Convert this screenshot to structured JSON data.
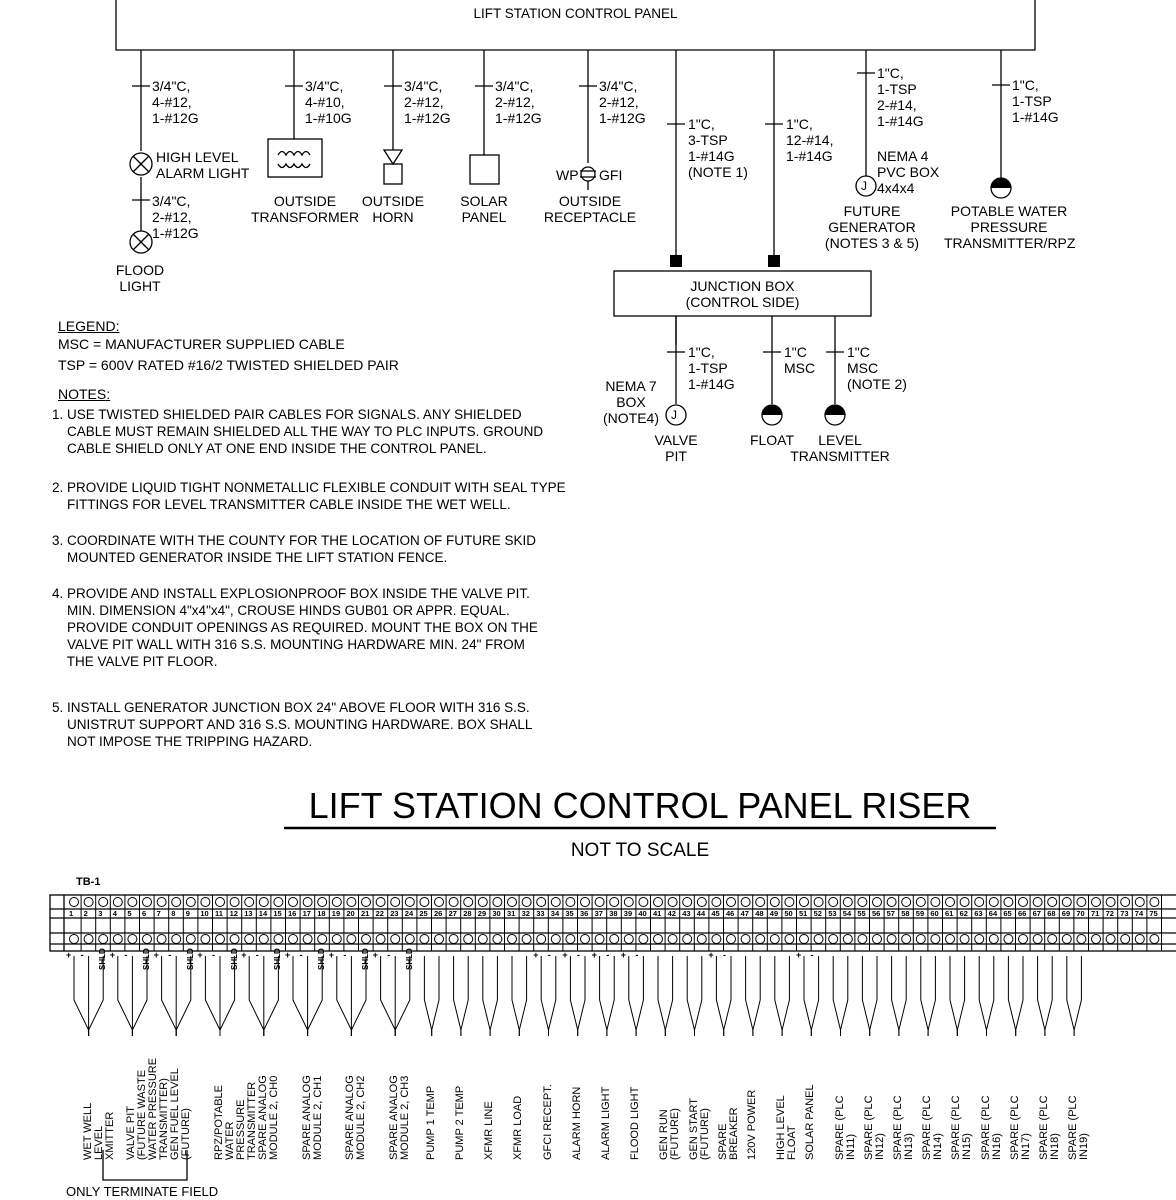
{
  "panel_title": "LIFT STATION CONTROL PANEL",
  "drops": {
    "alarm_light_cable": "3/4\"C,\n4-#12,\n1-#12G",
    "flood_light_cable": "3/4\"C,\n2-#12,\n1-#12G",
    "transformer_cable": "3/4\"C,\n4-#10,\n1-#10G",
    "horn_cable": "3/4\"C,\n2-#12,\n1-#12G",
    "solar_cable": "3/4\"C,\n2-#12,\n1-#12G",
    "receptacle_cable": "3/4\"C,\n2-#12,\n1-#12G",
    "jb_cable_1": "1\"C,\n3-TSP\n1-#14G\n(NOTE 1)",
    "jb_cable_2": "1\"C,\n12-#14,\n1-#14G",
    "generator_cable": "1\"C,\n1-TSP\n2-#14,\n1-#14G",
    "pressure_cable": "1\"C,\n1-TSP\n1-#14G"
  },
  "devices": {
    "high_level_alarm_light": "HIGH LEVEL\nALARM LIGHT",
    "flood_light": "FLOOD\nLIGHT",
    "outside_transformer": "OUTSIDE\nTRANSFORMER",
    "outside_horn": "OUTSIDE\nHORN",
    "solar_panel": "SOLAR\nPANEL",
    "receptacle_wp": "WP",
    "receptacle_gfi": "GFI",
    "outside_receptacle": "OUTSIDE\nRECEPTACLE",
    "nema4_box": "NEMA 4\nPVC BOX\n4x4x4",
    "future_generator": "FUTURE\nGENERATOR\n(NOTES 3 & 5)",
    "potable_water": "POTABLE WATER\nPRESSURE\nTRANSMITTER/RPZ",
    "junction_box": "JUNCTION BOX\n(CONTROL SIDE)",
    "vp_cable": "1\"C,\n1-TSP\n1-#14G",
    "float_cable": "1\"C\nMSC",
    "lt_cable": "1\"C\nMSC\n(NOTE 2)",
    "nema7_box": "NEMA 7\nBOX\n(NOTE4)",
    "valve_pit": "VALVE\nPIT",
    "float": "FLOAT",
    "level_transmitter": "LEVEL\nTRANSMITTER",
    "j_letter": "J"
  },
  "legend": {
    "heading": "LEGEND:",
    "msc": "MSC = MANUFACTURER SUPPLIED CABLE",
    "tsp": "TSP = 600V RATED #16/2 TWISTED SHIELDED PAIR"
  },
  "notes": {
    "heading": "NOTES:",
    "n1": "1. USE TWISTED SHIELDED PAIR CABLES FOR SIGNALS. ANY SHIELDED\n    CABLE MUST REMAIN SHIELDED ALL THE WAY TO PLC INPUTS. GROUND\n    CABLE SHIELD ONLY AT ONE END INSIDE THE CONTROL PANEL.",
    "n2": "2. PROVIDE LIQUID TIGHT NONMETALLIC FLEXIBLE CONDUIT WITH SEAL TYPE\n    FITTINGS FOR LEVEL TRANSMITTER CABLE INSIDE THE WET WELL.",
    "n3": "3. COORDINATE WITH THE COUNTY FOR THE LOCATION OF FUTURE SKID\n    MOUNTED GENERATOR INSIDE THE LIFT STATION FENCE.",
    "n4": "4. PROVIDE AND INSTALL EXPLOSIONPROOF BOX INSIDE THE VALVE PIT.\n    MIN. DIMENSION 4\"x4\"x4\", CROUSE HINDS GUB01 OR APPR. EQUAL.\n    PROVIDE CONDUIT OPENINGS AS REQUIRED. MOUNT THE BOX ON THE\n    VALVE PIT WALL WITH 316 S.S. MOUNTING HARDWARE MIN. 24\" FROM\n    THE VALVE PIT FLOOR.",
    "n5": "5. INSTALL GENERATOR JUNCTION BOX 24\" ABOVE FLOOR WITH 316 S.S.\n    UNISTRUT SUPPORT AND 316 S.S. MOUNTING HARDWARE. BOX SHALL\n    NOT IMPOSE THE TRIPPING HAZARD."
  },
  "riser_title": "LIFT STATION CONTROL PANEL RISER",
  "riser_subtitle": "NOT TO SCALE",
  "terminal_block": {
    "name": "TB-1",
    "terminal_count": 75,
    "polarity_labels": [
      "+",
      "-",
      "SHLD"
    ],
    "signals": [
      {
        "label": "WET WELL\nLEVEL\nXMITTER",
        "kind": "shld"
      },
      {
        "label": "VALVE PIT\n(FUTURE WASTE\nWATER PRESSURE\nTRANSMITTER)",
        "kind": "shld"
      },
      {
        "label": "GEN FUEL LEVEL\n(FUTURE)",
        "kind": "shld"
      },
      {
        "label": "RPZ/POTABLE\nWATER\nPRESSURE\nTRANSMITTER",
        "kind": "shld"
      },
      {
        "label": "SPARE ANALOG\nMODULE 2, CH0",
        "kind": "shld"
      },
      {
        "label": "SPARE ANALOG\nMODULE 2, CH1",
        "kind": "shld"
      },
      {
        "label": "SPARE ANALOG\nMODULE 2, CH2",
        "kind": "shld"
      },
      {
        "label": "SPARE ANALOG\nMODULE 2, CH3",
        "kind": "shld"
      },
      {
        "label": "PUMP 1 TEMP",
        "kind": "pair"
      },
      {
        "label": "PUMP 2 TEMP",
        "kind": "pair"
      },
      {
        "label": "XFMR LINE",
        "kind": "pair"
      },
      {
        "label": "XFMR LOAD",
        "kind": "pair"
      },
      {
        "label": "GFCI RECEPT.",
        "kind": "pm"
      },
      {
        "label": "ALARM HORN",
        "kind": "pm"
      },
      {
        "label": "ALARM LIGHT",
        "kind": "pm"
      },
      {
        "label": "FLOOD LIGHT",
        "kind": "pm"
      },
      {
        "label": "GEN RUN\n(FUTURE)",
        "kind": "pair"
      },
      {
        "label": "GEN START\n(FUTURE)",
        "kind": "pair"
      },
      {
        "label": "SPARE\nBREAKER",
        "kind": "pm"
      },
      {
        "label": "120V POWER",
        "kind": "pair"
      },
      {
        "label": "HIGH LEVEL\nFLOAT",
        "kind": "pair"
      },
      {
        "label": "SOLAR PANEL",
        "kind": "pm"
      },
      {
        "label": "SPARE (PLC\nIN11)",
        "kind": "pair"
      },
      {
        "label": "SPARE (PLC\nIN12)",
        "kind": "pair"
      },
      {
        "label": "SPARE (PLC\nIN13)",
        "kind": "pair"
      },
      {
        "label": "SPARE (PLC\nIN14)",
        "kind": "pair"
      },
      {
        "label": "SPARE (PLC\nIN15)",
        "kind": "pair"
      },
      {
        "label": "SPARE (PLC\nIN16)",
        "kind": "pair"
      },
      {
        "label": "SPARE (PLC\nIN17)",
        "kind": "pair"
      },
      {
        "label": "SPARE (PLC\nIN18)",
        "kind": "pair"
      },
      {
        "label": "SPARE (PLC\nIN19)",
        "kind": "pair"
      }
    ],
    "bracket_note": "ONLY TERMINATE FIELD"
  }
}
